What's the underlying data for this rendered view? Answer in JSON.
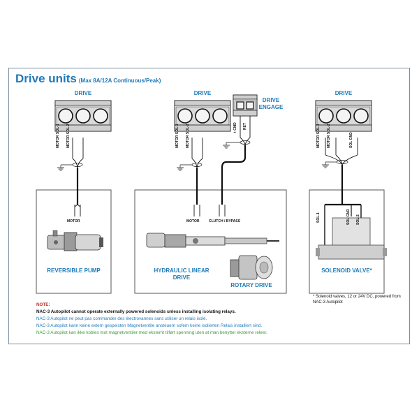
{
  "title": {
    "main": "Drive units",
    "sub": "(Max 8A/12A Continuous/Peak)"
  },
  "columns": {
    "left": {
      "header": "DRIVE",
      "term1": "MOTOR SOL-1",
      "term2": "MOTOR SOL-2",
      "wire": "MOTOR",
      "component": "REVERSIBLE PUMP"
    },
    "middle": {
      "header": "DRIVE",
      "term1": "MOTOR SOL-1",
      "term2": "MOTOR SOL-2",
      "engage_header": "DRIVE ENGAGE",
      "engage_term1": "+ CMD",
      "engage_term2": "RET",
      "wire1": "MOTOR",
      "wire2": "CLUTCH / BYPASS",
      "component1": "HYDRAULIC LINEAR DRIVE",
      "component2": "ROTARY DRIVE"
    },
    "right": {
      "header": "DRIVE",
      "term1": "MOTOR SOL-1",
      "term2": "MOTOR SOL-2",
      "term3": "SOL GND",
      "sol1": "SOL-1",
      "solgnd": "SOL GND",
      "sol2": "SOL-2",
      "component": "SOLENOID VALVE*",
      "footnote": "* Solenoid valves, 12 or 24V DC, powered from NAC-3 Autopilot"
    }
  },
  "notes": {
    "label": "NOTE:",
    "en": "NAC-3 Autopilot cannot operate externally powered solenoids unless installing isolating relays.",
    "fr": "NAC-3 Autopilot ne peut pas commander des électrovannes sans utiliser un relais isolé.",
    "de": "NAC-3 Autopilot kann keine extern gespeisten Magnetventile ansteuern sofern keine isolierten Relais installiert sind.",
    "no": "NAC-3 Autopilot kan ikke kobles mot magnetventiler med eksternt tilført spenning uten at man benytter eksterne releer."
  },
  "colors": {
    "accent": "#1f7ab8",
    "note_red": "#c0332b",
    "note_green": "#3a9a3a",
    "frame": "#7a8ea0"
  }
}
